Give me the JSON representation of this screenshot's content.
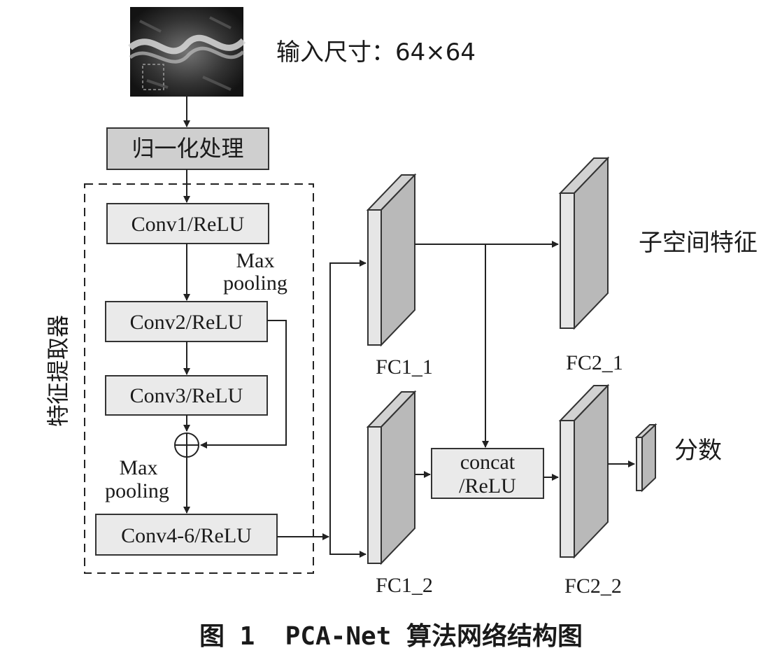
{
  "input": {
    "label": "输入尺寸：64×64"
  },
  "normalize": {
    "label": "归一化处理"
  },
  "extractor": {
    "label": "特征提取器"
  },
  "conv1": {
    "label": "Conv1/ReLU"
  },
  "conv2": {
    "label": "Conv2/ReLU"
  },
  "conv3": {
    "label": "Conv3/ReLU"
  },
  "conv4": {
    "label": "Conv4-6/ReLU"
  },
  "pool1": {
    "line1": "Max",
    "line2": "pooling"
  },
  "pool2": {
    "line1": "Max",
    "line2": "pooling"
  },
  "fc1_1": {
    "label": "FC1_1"
  },
  "fc1_2": {
    "label": "FC1_2"
  },
  "fc2_1": {
    "label": "FC2_1"
  },
  "fc2_2": {
    "label": "FC2_2"
  },
  "concat": {
    "line1": "concat",
    "line2": "/ReLU"
  },
  "subspace": {
    "label": "子空间特征"
  },
  "score": {
    "label": "分数"
  },
  "caption": {
    "label": "图 1  PCA-Net 算法网络结构图"
  },
  "colors": {
    "box_dark": "#cfcfcf",
    "box_light": "#eaeaea",
    "stroke": "#333333"
  }
}
